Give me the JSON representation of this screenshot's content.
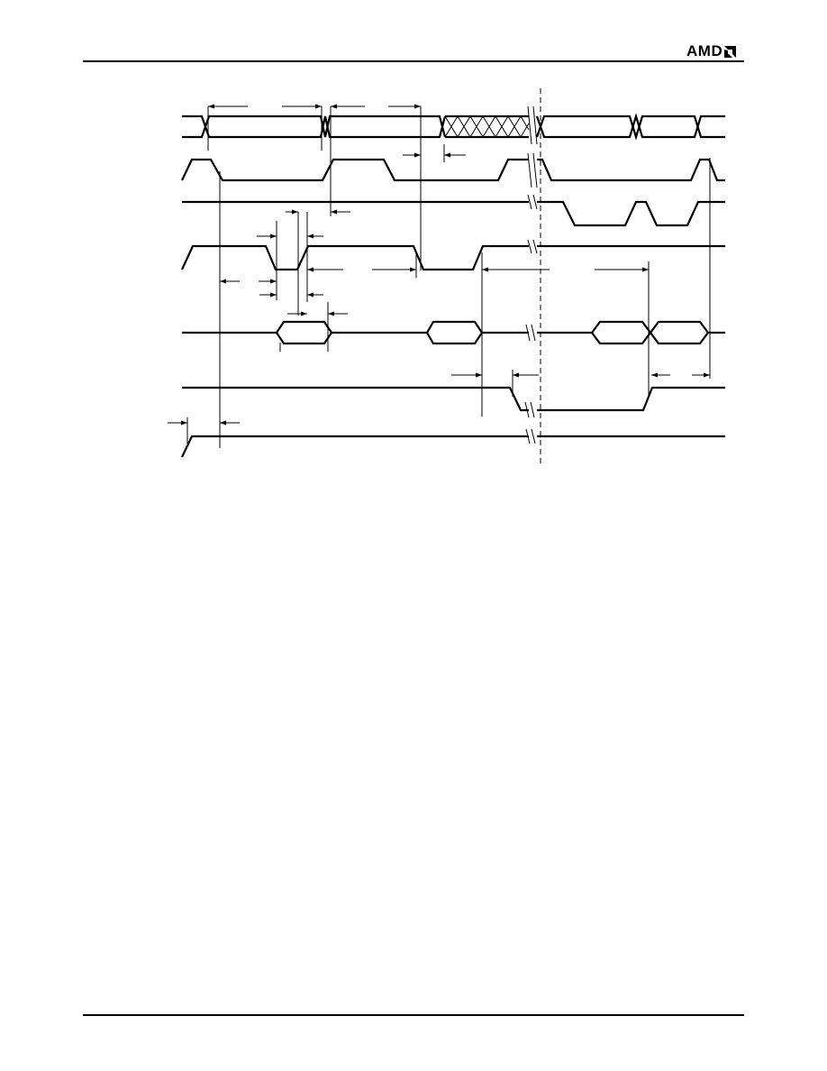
{
  "header": {
    "logo_text": "AMD",
    "logo_icon": "amd-arrow-logo"
  },
  "diagram": {
    "type": "timing-diagram",
    "signal_count": 7,
    "line_color": "#000000",
    "background": "#ffffff"
  }
}
